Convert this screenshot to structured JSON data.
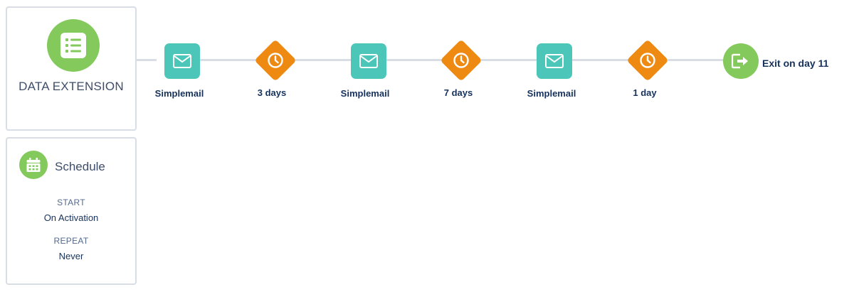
{
  "entry_source": {
    "label": "DATA EXTENSION",
    "icon": "data-extension-icon"
  },
  "schedule": {
    "title": "Schedule",
    "icon": "calendar-icon",
    "start_label": "START",
    "start_value": "On Activation",
    "repeat_label": "REPEAT",
    "repeat_value": "Never"
  },
  "journey": [
    {
      "type": "email",
      "label": "Simplemail",
      "icon": "envelope-icon"
    },
    {
      "type": "wait",
      "label": "3 days",
      "icon": "clock-icon"
    },
    {
      "type": "email",
      "label": "Simplemail",
      "icon": "envelope-icon"
    },
    {
      "type": "wait",
      "label": "7 days",
      "icon": "clock-icon"
    },
    {
      "type": "email",
      "label": "Simplemail",
      "icon": "envelope-icon"
    },
    {
      "type": "wait",
      "label": "1 day",
      "icon": "clock-icon"
    },
    {
      "type": "exit",
      "label": "Exit on day 11",
      "icon": "exit-icon"
    }
  ],
  "colors": {
    "email": "#4bc6b9",
    "wait": "#ee8a12",
    "entry": "#84c95b",
    "connector": "#d8dde6",
    "text_dark": "#16325c",
    "text_muted": "#54698d"
  }
}
